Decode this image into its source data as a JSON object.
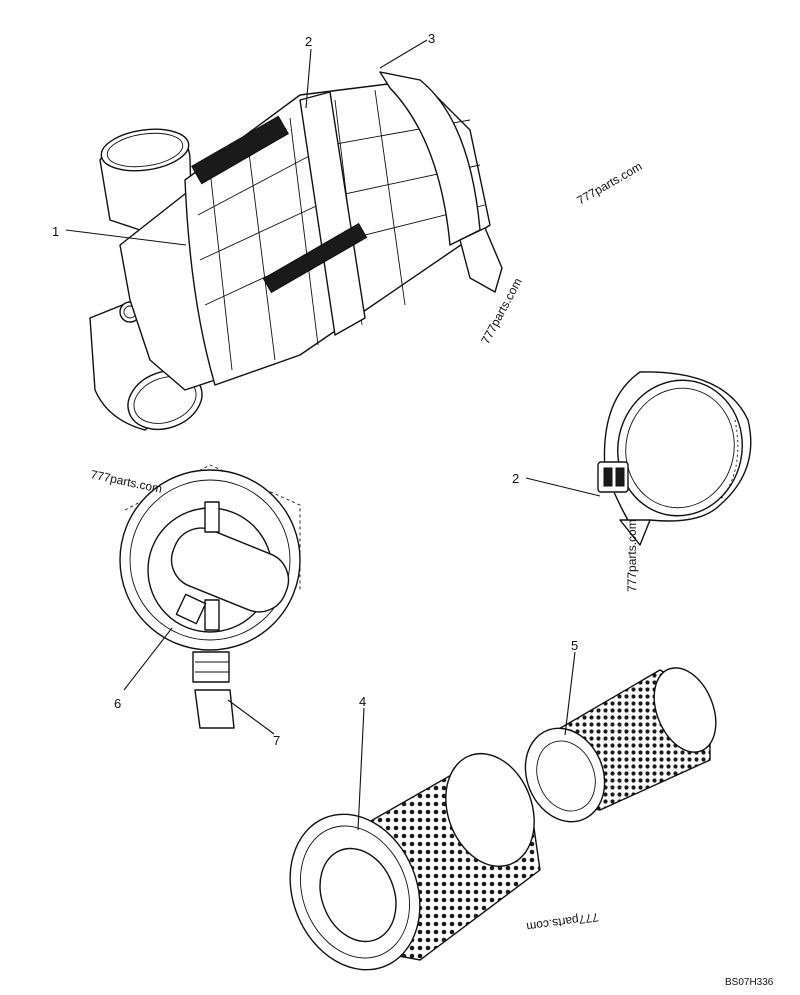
{
  "drawing_code": "BS07H336",
  "watermarks": [
    "777parts.com",
    "777parts.com",
    "777parts.com",
    "777parts.com",
    "777parts.com"
  ],
  "callouts": [
    "1",
    "2",
    "3",
    "2",
    "6",
    "7",
    "4",
    "5"
  ]
}
